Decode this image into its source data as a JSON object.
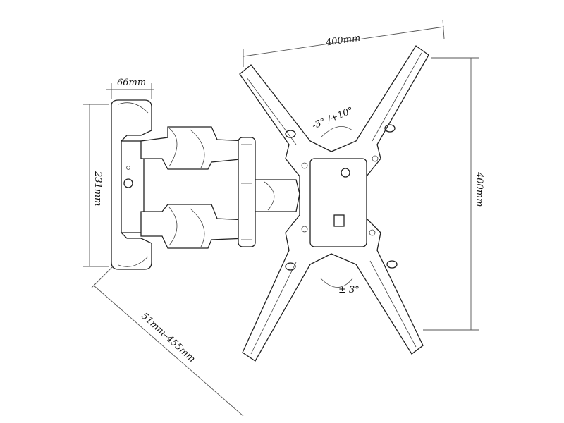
{
  "dimensions": {
    "width_top": "400mm",
    "height_right": "400mm",
    "wall_plate_width": "66mm",
    "wall_plate_height": "231mm",
    "extension": "51mm–455mm"
  },
  "angles": {
    "tilt": "-3° /+10°",
    "rotation": "± 3°"
  }
}
